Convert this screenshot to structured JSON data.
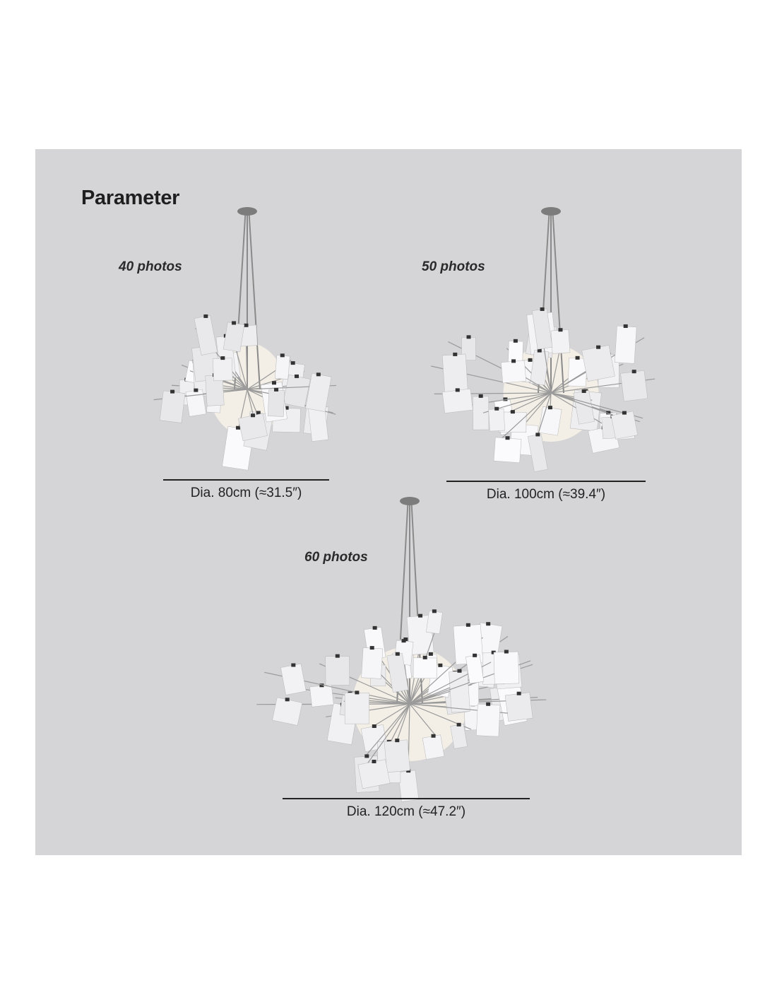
{
  "title": "Parameter",
  "variants": [
    {
      "photos": "40 photos",
      "diameter": "Dia. 80cm (≈31.5″)"
    },
    {
      "photos": "50 photos",
      "diameter": "Dia.  100cm (≈39.4″)"
    },
    {
      "photos": "60 photos",
      "diameter": "Dia. 120cm (≈47.2″)"
    }
  ]
}
